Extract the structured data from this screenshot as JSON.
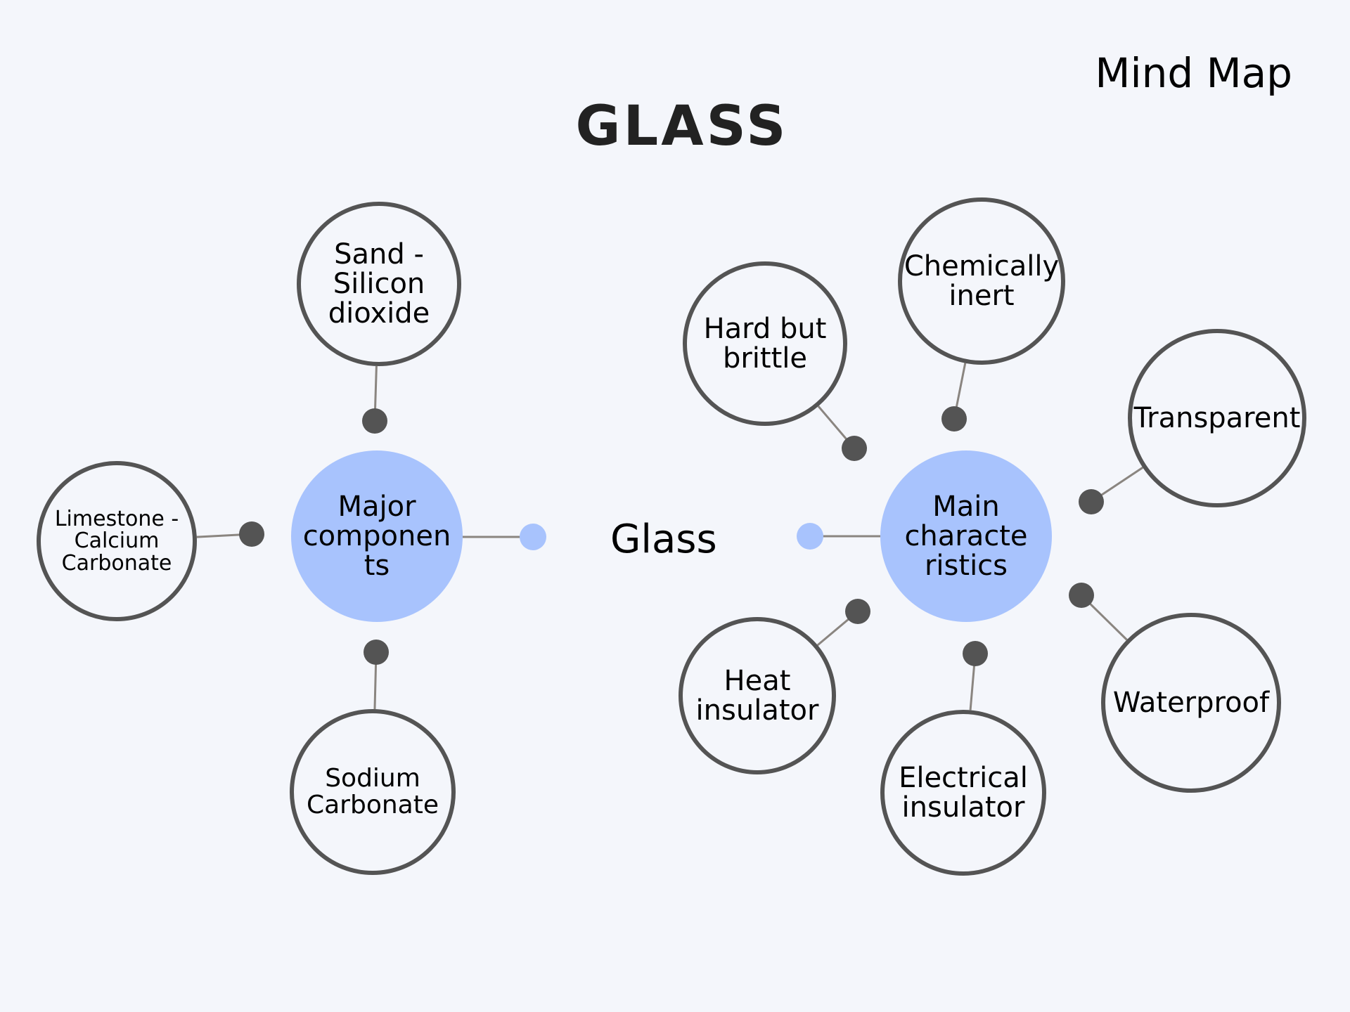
{
  "header": {
    "title": "GLASS",
    "subtitle": "Mind Map"
  },
  "center": {
    "label": "Glass"
  },
  "colors": {
    "background": "#f4f6fb",
    "hub_fill": "#a8c3fd",
    "leaf_border": "#545454",
    "dot_dark": "#545454",
    "dot_light": "#a8c3fd",
    "connector": "#8a8580",
    "title_text": "#222222"
  },
  "branches": [
    {
      "id": "major-components",
      "label": "Major componen ts",
      "children": [
        {
          "id": "sand",
          "label": "Sand - Silicon dioxide"
        },
        {
          "id": "limestone",
          "label": "Limestone - Calcium Carbonate"
        },
        {
          "id": "sodium",
          "label": "Sodium Carbonate"
        }
      ]
    },
    {
      "id": "main-characteristics",
      "label": "Main characte ristics",
      "children": [
        {
          "id": "hard",
          "label": "Hard but brittle"
        },
        {
          "id": "chemically",
          "label": "Chemically inert"
        },
        {
          "id": "transparent",
          "label": "Transparent"
        },
        {
          "id": "waterproof",
          "label": "Waterproof"
        },
        {
          "id": "electrical",
          "label": "Electrical insulator"
        },
        {
          "id": "heat",
          "label": "Heat insulator"
        }
      ]
    }
  ]
}
